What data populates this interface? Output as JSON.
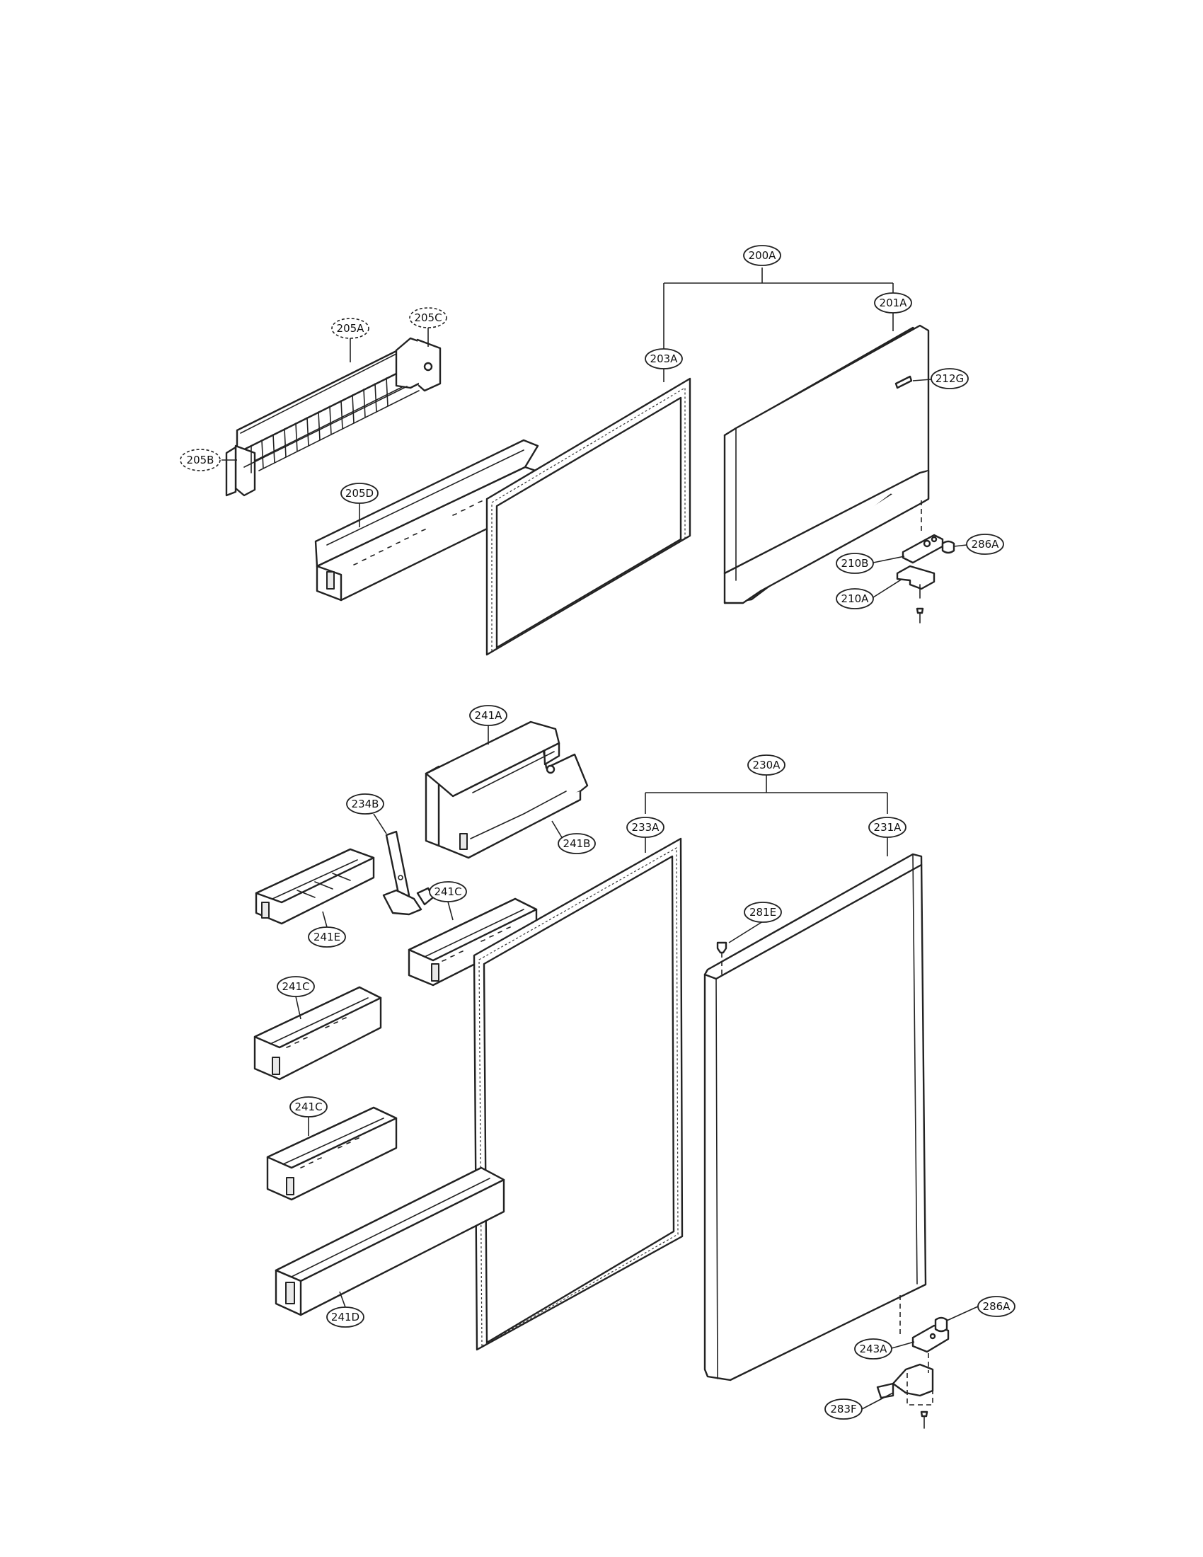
{
  "diagram": {
    "callouts": {
      "c200A": "200A",
      "c201A": "201A",
      "c203A": "203A",
      "c205A": "205A",
      "c205C": "205C",
      "c205B": "205B",
      "c205D": "205D",
      "c212G": "212G",
      "c286A_top": "286A",
      "c210B": "210B",
      "c210A": "210A",
      "c241A": "241A",
      "c241B": "241B",
      "c230A": "230A",
      "c234B": "234B",
      "c233A": "233A",
      "c231A": "231A",
      "c241C_1": "241C",
      "c241E": "241E",
      "c281E": "281E",
      "c241C_2": "241C",
      "c241C_3": "241C",
      "c241D": "241D",
      "c286A_bottom": "286A",
      "c243A": "243A",
      "c283F": "283F"
    }
  }
}
